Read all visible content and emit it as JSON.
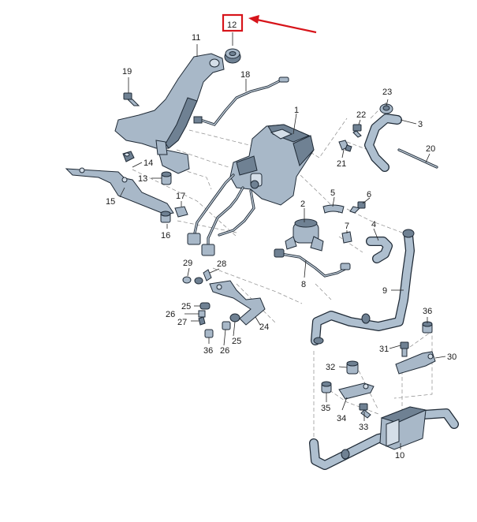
{
  "diagram": {
    "highlighted_part": "12",
    "accent_color": "#d7141a",
    "part_fill_color": "#a8b8c8",
    "outline_color": "#1f2a36",
    "callouts": [
      "1",
      "2",
      "3",
      "4",
      "5",
      "6",
      "7",
      "8",
      "9",
      "10",
      "11",
      "12",
      "13",
      "14",
      "15",
      "16",
      "17",
      "18",
      "19",
      "20",
      "21",
      "22",
      "23",
      "24",
      "25",
      "25",
      "26",
      "26",
      "27",
      "28",
      "29",
      "30",
      "31",
      "32",
      "33",
      "34",
      "35",
      "36",
      "36"
    ]
  }
}
